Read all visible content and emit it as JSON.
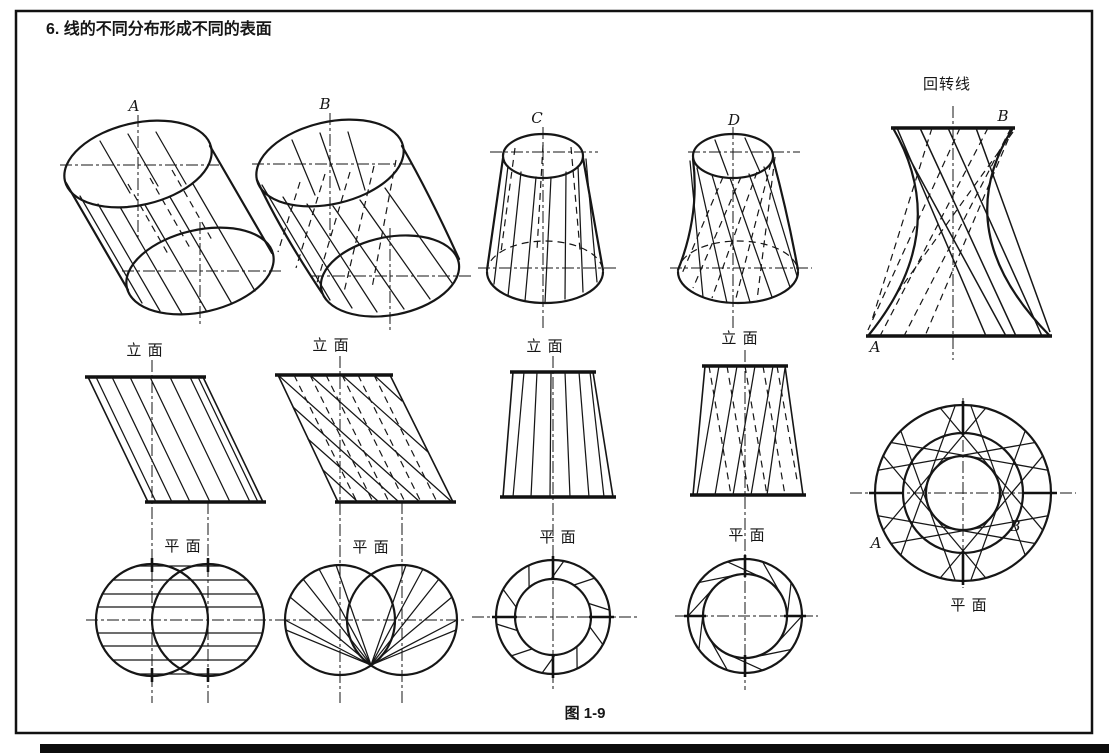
{
  "page": {
    "title": "6. 线的不同分布形成不同的表面",
    "caption": "图 1-9",
    "ink_color": "#161616",
    "paper_color": "#ffffff"
  },
  "figure": {
    "columns": [
      {
        "label": "A",
        "elevation_label": "立 面",
        "plan_label": "平 面"
      },
      {
        "label": "B",
        "elevation_label": "立 面",
        "plan_label": "平 面"
      },
      {
        "label": "C",
        "elevation_label": "立 面",
        "plan_label": "平 面"
      },
      {
        "label": "D",
        "elevation_label": "立 面",
        "plan_label": "平 面"
      }
    ],
    "revolution": {
      "title": "回转线",
      "elevation_point_top": "B",
      "elevation_point_bottom": "A",
      "plan_point_left": "A",
      "plan_point_right": "B",
      "plan_label": "平 面"
    }
  }
}
